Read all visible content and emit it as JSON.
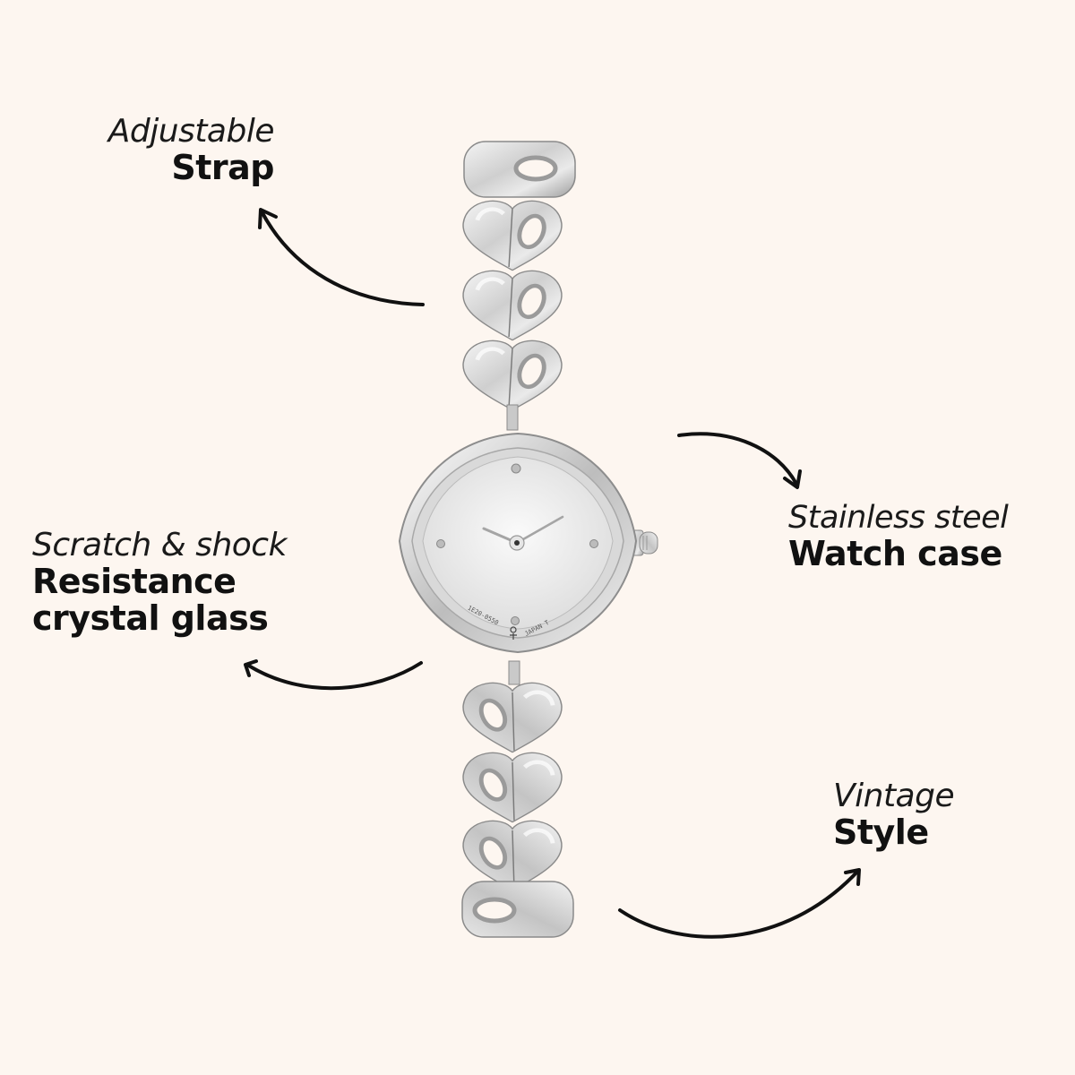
{
  "background_color": "#fdf6f0",
  "product": {
    "type": "ladies wristwatch",
    "case_shape": "cushion diamond",
    "dial_color": "silver-white",
    "bracelet": "heart-link stainless steel",
    "dial_markings": {
      "serial": "1E20-0550",
      "origin": "JAPAN T",
      "logo": "brand-logo-icon"
    }
  },
  "callouts": [
    {
      "id": "strap",
      "italic": "Adjustable",
      "bold": [
        "Strap"
      ],
      "arrow": "arrow-up-left-icon"
    },
    {
      "id": "case",
      "italic": "Stainless steel",
      "bold": [
        "Watch case"
      ],
      "arrow": "arrow-down-right-icon"
    },
    {
      "id": "crystal",
      "italic": "Scratch & shock",
      "bold": [
        "Resistance",
        "crystal glass"
      ],
      "arrow": "arrow-left-icon"
    },
    {
      "id": "style",
      "italic": "Vintage",
      "bold": [
        "Style"
      ],
      "arrow": "arrow-up-right-icon"
    }
  ]
}
